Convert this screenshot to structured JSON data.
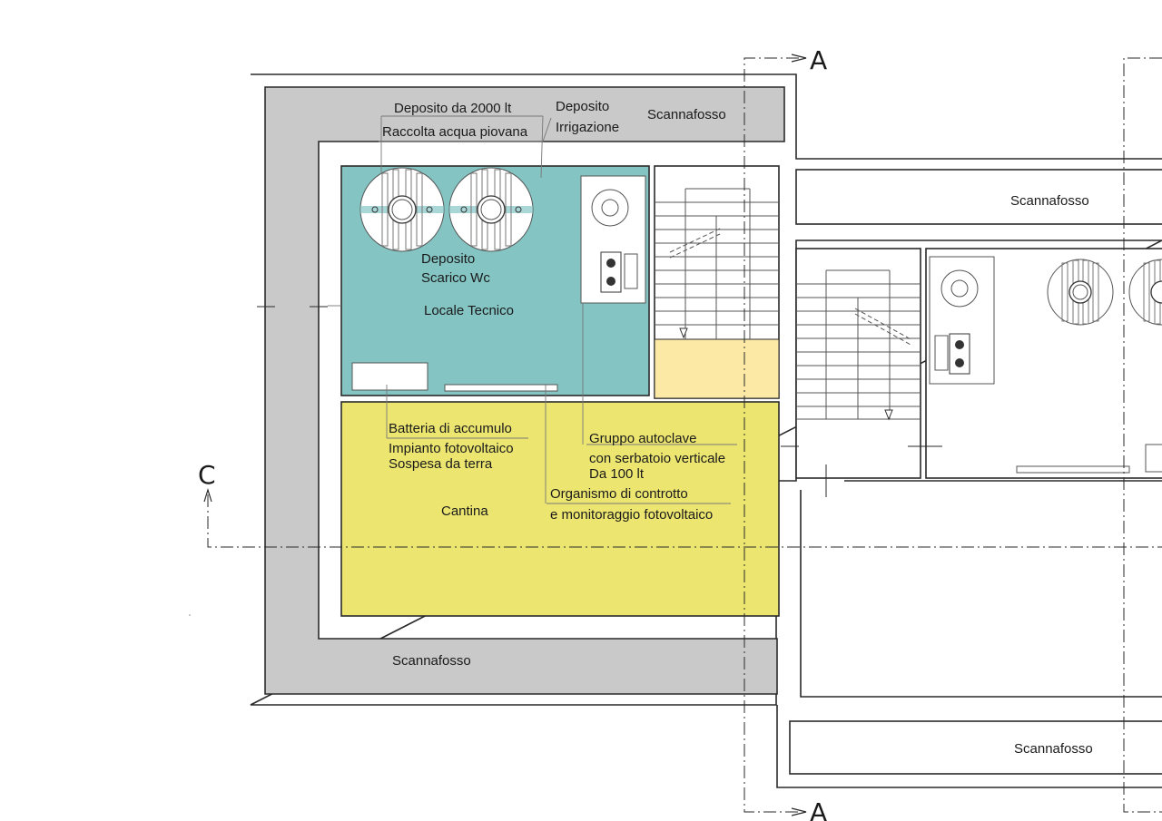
{
  "section_markers": {
    "a_top": "A",
    "a_bottom": "A",
    "c": "C"
  },
  "labels": {
    "scannafosso_top": "Scannafosso",
    "scannafosso_right": "Scannafosso",
    "scannafosso_bottom": "Scannafosso",
    "scannafosso_bottom_right": "Scannafosso",
    "deposito_2000_line1": "Deposito da 2000 lt",
    "deposito_2000_line2": "Raccolta acqua piovana",
    "deposito_irrigazione_line1": "Deposito",
    "deposito_irrigazione_line2": "Irrigazione",
    "deposito_scarico_line1": "Deposito",
    "deposito_scarico_line2": "Scarico Wc",
    "locale_tecnico": "Locale Tecnico",
    "batteria_line1": "Batteria di accumulo",
    "batteria_line2": "Impianto fotovoltaico",
    "batteria_line3": "Sospesa da terra",
    "autoclave_line1": "Gruppo autoclave",
    "autoclave_line2": "con serbatoio verticale",
    "autoclave_line3": "Da 100 lt",
    "organismo_line1": "Organismo di controtto",
    "organismo_line2": "e monitoraggio fotovoltaico",
    "cantina": "Cantina"
  },
  "colors": {
    "scannafosso_fill": "#c9c9c9",
    "locale_tecnico_fill": "#84c5c4",
    "cantina_fill": "#ece671",
    "landing_fill": "#fbe9a5",
    "line": "#2a2a2a"
  }
}
